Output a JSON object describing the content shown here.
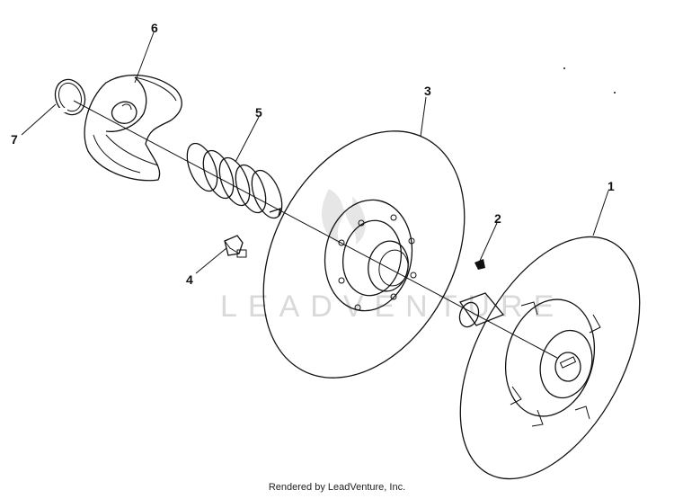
{
  "diagram": {
    "callouts": [
      "1",
      "2",
      "3",
      "4",
      "5",
      "6",
      "7"
    ],
    "watermark": "LEADVENTURE",
    "footer": "Rendered by LeadVenture, Inc."
  },
  "colors": {
    "ink": "#111111",
    "watermark": "#d9d9d9",
    "background": "#ffffff"
  }
}
